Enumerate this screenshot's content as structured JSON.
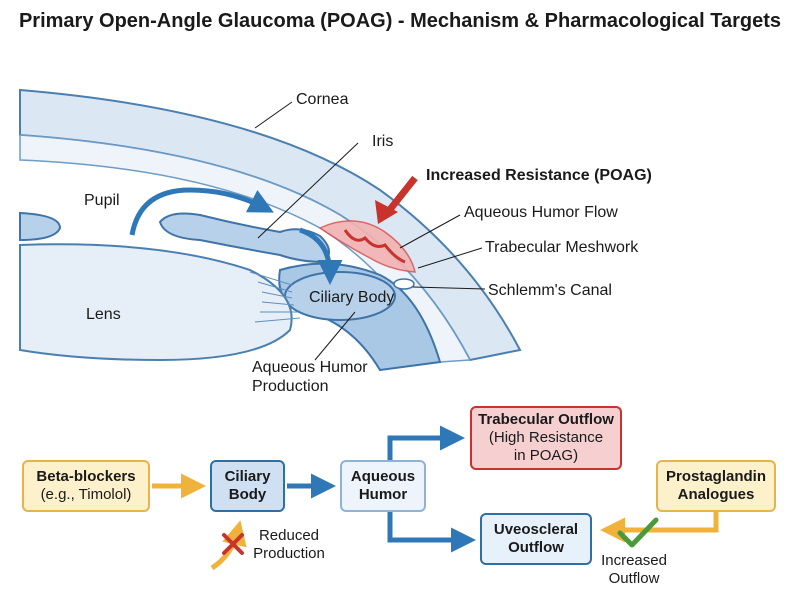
{
  "title": "Primary Open-Angle Glaucoma (POAG) - Mechanism & Pharmacological Targets",
  "anatomy_labels": {
    "cornea": "Cornea",
    "iris": "Iris",
    "pupil": "Pupil",
    "lens": "Lens",
    "ciliary_body": "Ciliary Body",
    "increased_resistance": "Increased Resistance (POAG)",
    "aqueous_flow": "Aqueous Humor Flow",
    "trabecular_meshwork": "Trabecular Meshwork",
    "schlemms_canal": "Schlemm's Canal",
    "aqueous_production": "Aqueous Humor Production"
  },
  "flow": {
    "beta_blockers": {
      "title": "Beta-blockers",
      "sub": "(e.g., Timolol)"
    },
    "ciliary_body": {
      "title": "Ciliary Body"
    },
    "aqueous_humor": {
      "title": "Aqueous Humor"
    },
    "trabecular_outflow": {
      "title": "Trabecular Outflow",
      "sub": "(High Resistance in POAG)"
    },
    "uveoscleral_outflow": {
      "title": "Uveoscleral Outflow"
    },
    "prostaglandin": {
      "title": "Prostaglandin Analogues"
    },
    "reduced_production": "Reduced Production",
    "increased_outflow": "Increased Outflow"
  },
  "colors": {
    "blue_arrow": "#2f78b7",
    "orange_arrow": "#f0b23a",
    "red_accent": "#c8342c",
    "green_check": "#4a9a3a"
  }
}
